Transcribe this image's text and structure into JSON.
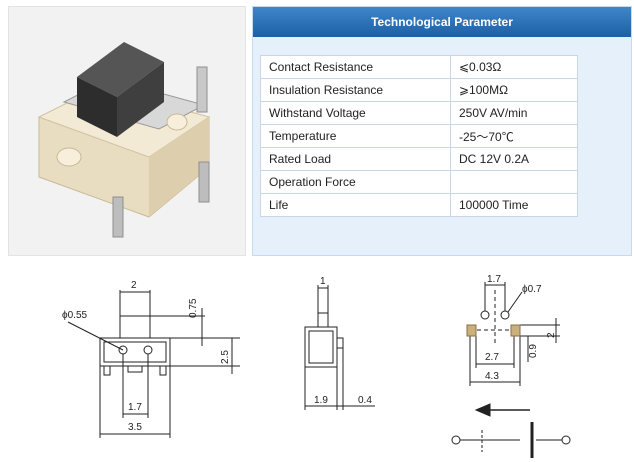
{
  "panel": {
    "title": "Technological Parameter",
    "rows": [
      {
        "label": "Contact Resistance",
        "value": "⩽0.03Ω"
      },
      {
        "label": "Insulation Resistance",
        "value": "⩾100MΩ"
      },
      {
        "label": "Withstand Voltage",
        "value": "250V AV/min"
      },
      {
        "label": "Temperature",
        "value": "-25～70℃"
      },
      {
        "label": "Rated Load",
        "value": "DC 12V 0.2A"
      },
      {
        "label": "Operation Force",
        "value": ""
      },
      {
        "label": "Life",
        "value": "100000 Time"
      }
    ]
  },
  "drawings": {
    "front": {
      "top_width": "2",
      "hole": "ϕ0.55",
      "height": "0.75",
      "body_height": "2.5",
      "pitch": "1.7",
      "width": "3.5"
    },
    "side": {
      "top": "1",
      "left": "1.9",
      "right": "0.4"
    },
    "footprint": {
      "pitch_top": "1.7",
      "hole": "ϕ0.7",
      "height": "2",
      "pad_pitch": "2.7",
      "width": "4.3",
      "pad": "0.9"
    }
  },
  "colors": {
    "header": "#2a6fb5",
    "panel": "#e6f0fb",
    "table_border": "#c9d6e6"
  }
}
